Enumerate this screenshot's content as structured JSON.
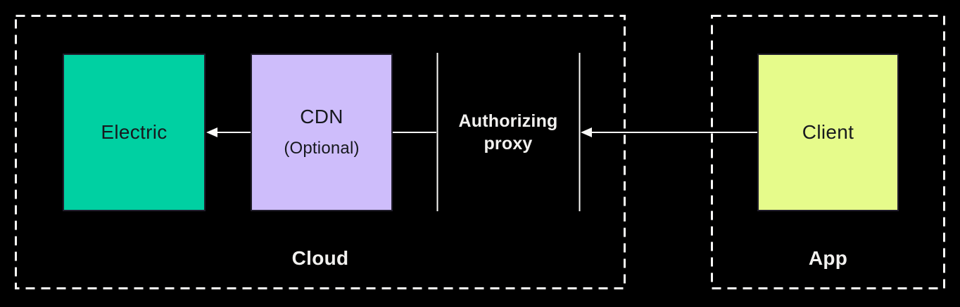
{
  "groups": {
    "cloud": {
      "label": "Cloud"
    },
    "app": {
      "label": "App"
    }
  },
  "nodes": {
    "electric": {
      "label": "Electric",
      "fill": "#00d0a2"
    },
    "cdn": {
      "label": "CDN",
      "sublabel": "(Optional)",
      "fill": "#cebdfb"
    },
    "proxy": {
      "label": "Authorizing proxy"
    },
    "client": {
      "label": "Client",
      "fill": "#e6fb8b"
    }
  },
  "colors": {
    "background": "#000000",
    "connector_line": "#fafaf8",
    "dashed_border": "#fafaf8",
    "dark_text": "#17191e",
    "light_text": "#f2f1ef",
    "node_border": "#211e2c"
  }
}
